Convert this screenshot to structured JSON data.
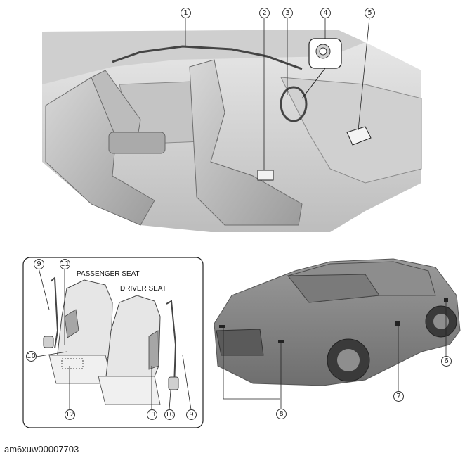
{
  "callouts": [
    "1",
    "2",
    "3",
    "4",
    "5",
    "6",
    "7",
    "8",
    "9",
    "10",
    "11",
    "12"
  ],
  "labels": {
    "passenger_seat": "PASSENGER SEAT",
    "driver_seat": "DRIVER SEAT"
  },
  "caption": "am6xuw00007703"
}
